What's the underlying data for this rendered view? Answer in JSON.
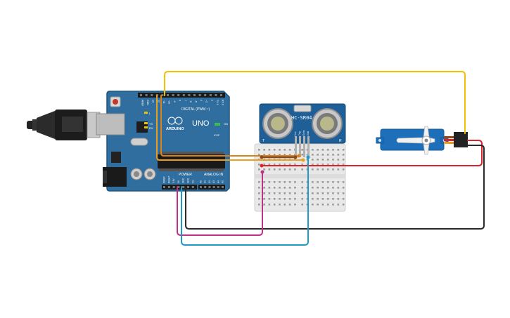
{
  "arduino": {
    "brand": "ARDUINO",
    "model": "UNO",
    "digital_label": "DIGITAL (PWM ~)",
    "power_label": "POWER",
    "analog_label": "ANALOG IN",
    "led_tx": "TX",
    "led_rx": "RX",
    "led_l": "L",
    "on_label": "ON",
    "icsp_label": "ICSP",
    "top_pins": [
      "AREF",
      "GND",
      "13",
      "12",
      "~11",
      "~10",
      "~9",
      "8",
      "7",
      "~6",
      "~5",
      "4",
      "~3",
      "2",
      "TX 1",
      "RX 0"
    ],
    "power_pins": [
      "IOREF",
      "RESET",
      "3.3V",
      "5V",
      "GND",
      "GND",
      "Vin"
    ],
    "analog_pins": [
      "A0",
      "A1",
      "A2",
      "A3",
      "A4",
      "A5"
    ]
  },
  "sensor": {
    "name": "HC-SR04",
    "pins": [
      "Vcc",
      "Trig",
      "Echo",
      "Gnd"
    ],
    "left_mark": "T",
    "right_mark": "R"
  },
  "colors": {
    "board": "#2f6e9e",
    "board_edge": "#1f557f",
    "sensor_board": "#1d5f96",
    "servo_body": "#1e6fba",
    "breadboard": "#e8e8e8",
    "wire_orange": "#e8a020",
    "wire_yellow": "#f2c200",
    "wire_red": "#d9242a",
    "wire_black": "#2a2a2a",
    "wire_magenta": "#c0308a",
    "wire_blue": "#1e9ac8",
    "wire_brown": "#8a4a1e"
  },
  "icons": [
    "usb-cable-icon",
    "power-jack-icon",
    "servo-horn-icon"
  ]
}
